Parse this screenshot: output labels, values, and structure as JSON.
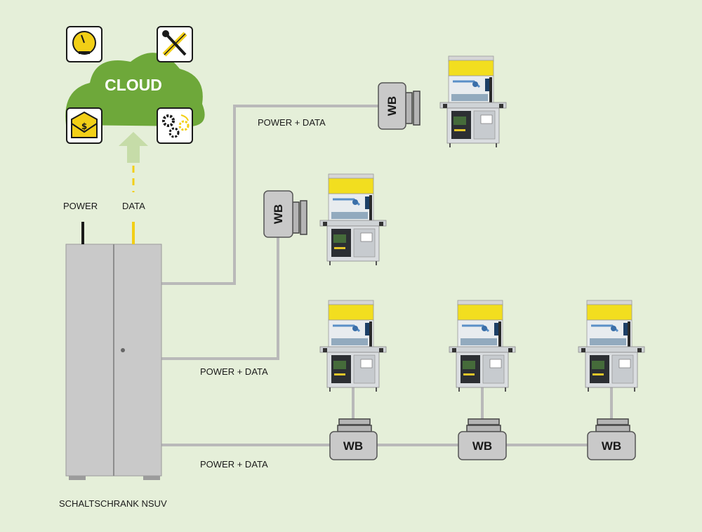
{
  "cloud": {
    "label": "CLOUD"
  },
  "icons": [
    "gauge-icon",
    "tools-icon",
    "invoice-icon",
    "gears-icon"
  ],
  "uplink": {
    "power_label": "POWER",
    "data_label": "DATA"
  },
  "cabinet": {
    "label": "SCHALTSCHRANK NSUV"
  },
  "wallbox": {
    "label": "WB"
  },
  "links": {
    "top": "POWER + DATA",
    "middle": "POWER + DATA",
    "bottom": "POWER + DATA"
  },
  "colors": {
    "background": "#e5efd9",
    "cloud": "#6ea83a",
    "accent": "#f7d417",
    "cable": "#b9b9b9",
    "cabinet": "#c9c9c9"
  }
}
